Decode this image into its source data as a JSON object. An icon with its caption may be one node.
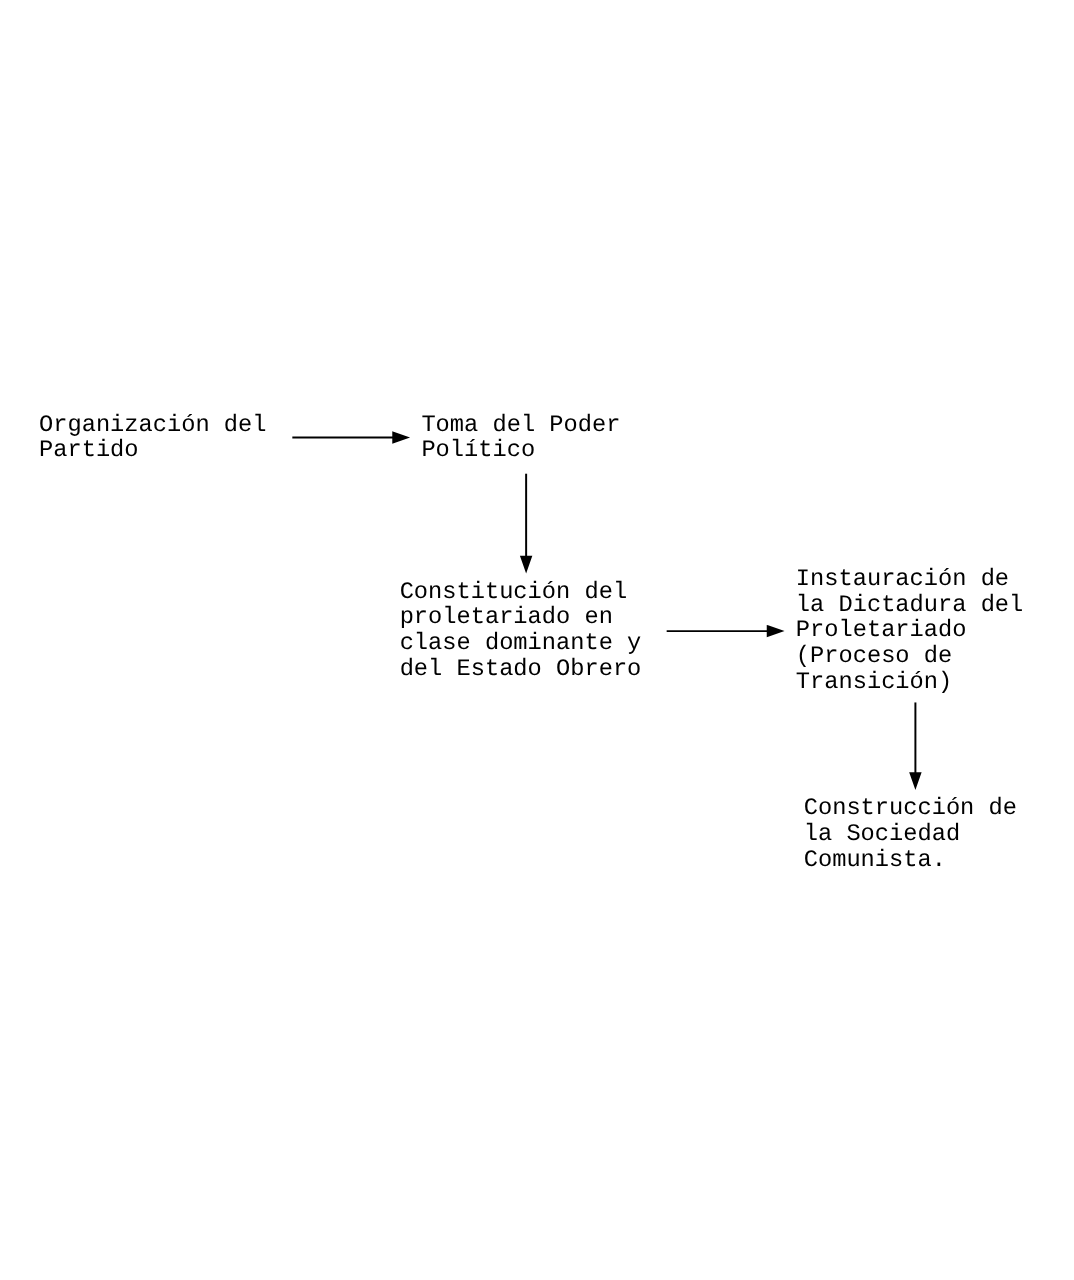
{
  "diagram": {
    "nodes": [
      {
        "text": [
          "Organización del Partido"
        ]
      },
      {
        "text": [
          "Toma del Poder Político"
        ]
      },
      {
        "text": [
          "Constitución del proletariado en clase dominante y del Estado Obrero"
        ]
      },
      {
        "text": [
          "Instauración de la Dictadura del Proletariado (Proceso de Transición)"
        ]
      },
      {
        "text": [
          "Construcción de la Sociedad Comunista."
        ]
      }
    ],
    "edges": [
      {
        "from": 0,
        "to": 1,
        "arrow": "to"
      },
      {
        "from": 1,
        "to": 2,
        "arrow": "to"
      },
      {
        "from": 2,
        "to": 3,
        "arrow": "to"
      },
      {
        "from": 3,
        "to": 4,
        "arrow": "to"
      }
    ]
  }
}
